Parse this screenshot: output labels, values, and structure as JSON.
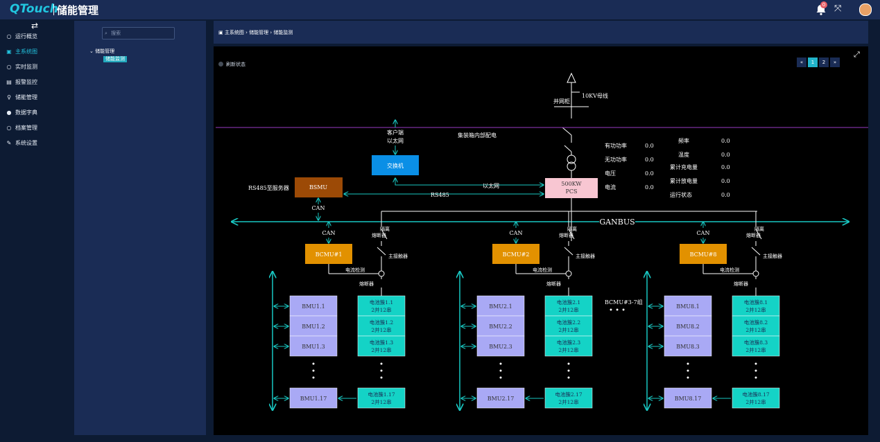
{
  "header": {
    "logo": "QTouch",
    "title": "储能管理",
    "badge_count": "0",
    "fullscreen_icon": "expand-icon",
    "notification_icon": "bell-icon"
  },
  "nav": {
    "toggle_icon": "swap-arrows-icon",
    "items": [
      {
        "label": "运行概览",
        "icon": "circle-icon"
      },
      {
        "label": "主系统图",
        "icon": "image-icon"
      },
      {
        "label": "实时监测",
        "icon": "circle-icon"
      },
      {
        "label": "报警监控",
        "icon": "list-icon"
      },
      {
        "label": "储能管理",
        "icon": "pin-icon"
      },
      {
        "label": "数据字典",
        "icon": "dot-icon"
      },
      {
        "label": "档案管理",
        "icon": "circle-icon"
      },
      {
        "label": "系统设置",
        "icon": "wrench-icon"
      }
    ],
    "active": "主系统图"
  },
  "tree": {
    "search_placeholder": "搜索",
    "root": "储能管理",
    "leaf": "储能监测"
  },
  "breadcrumb": {
    "path": "主系统图 › 储能管理 › 储能监测"
  },
  "status": {
    "label": "刷新状态"
  },
  "pager": {
    "prev": "«",
    "pages": [
      "1",
      "2"
    ],
    "current": "1",
    "next": "»"
  },
  "diagram": {
    "grid_label": "10KV母线",
    "grid_cabinet": "并网柜",
    "internal_label": "集装箱内部配电",
    "client_line1": "客户端",
    "client_line2": "以太网",
    "switch": "交换机",
    "bsmu": "BSMU",
    "rs485_server": "RS485至服务器",
    "ethernet": "以太网",
    "rs485": "RS485",
    "can": "CAN",
    "pcs_line1": "500KW",
    "pcs_line2": "PCS",
    "ganbus": "GANBUS",
    "isolation_line1": "隔离",
    "isolation_line2": "熔断器",
    "main_contactor": "主接触器",
    "current_detect": "电流检测",
    "fuse": "熔断器",
    "group_note": "BCMU#3-7组",
    "dots": "• • •",
    "metrics_left": [
      {
        "label": "有功功率",
        "value": "0.0"
      },
      {
        "label": "无功功率",
        "value": "0.0"
      },
      {
        "label": "电压",
        "value": "0.0"
      },
      {
        "label": "电流",
        "value": "0.0"
      }
    ],
    "metrics_right": [
      {
        "label": "频率",
        "value": "0.0"
      },
      {
        "label": "温度",
        "value": "0.0"
      },
      {
        "label": "累计充电量",
        "value": "0.0"
      },
      {
        "label": "累计放电量",
        "value": "0.0"
      },
      {
        "label": "运行状态",
        "value": "0.0"
      }
    ],
    "groups": [
      {
        "bcmu": "BCMU#1",
        "bmus": [
          "BMU1.1",
          "BMU1.2",
          "BMU1.3",
          "BMU1.17"
        ],
        "clusters": [
          "电池簇1.1",
          "电池簇1.2",
          "电池簇1.3",
          "电池簇1.17"
        ]
      },
      {
        "bcmu": "BCMU#2",
        "bmus": [
          "BMU2.1",
          "BMU2.2",
          "BMU2.3",
          "BMU2.17"
        ],
        "clusters": [
          "电池簇2.1",
          "电池簇2.2",
          "电池簇2.3",
          "电池簇2.17"
        ]
      },
      {
        "bcmu": "BCMU#8",
        "bmus": [
          "BMU8.1",
          "BMU8.2",
          "BMU8.3",
          "BMU8.17"
        ],
        "clusters": [
          "电池簇8.1",
          "电池簇8.2",
          "电池簇8.3",
          "电池簇8.17"
        ]
      }
    ],
    "cluster_spec": "2并12串",
    "colors": {
      "switch": "#0a8fe6",
      "bsmu": "#9c4a06",
      "pcs": "#f8c6d2",
      "bcmu": "#e29100",
      "bmu": "#a9a9f5",
      "cluster": "#14d3c6",
      "bus": "#7a2f9c",
      "link": "#19c7c2"
    }
  }
}
